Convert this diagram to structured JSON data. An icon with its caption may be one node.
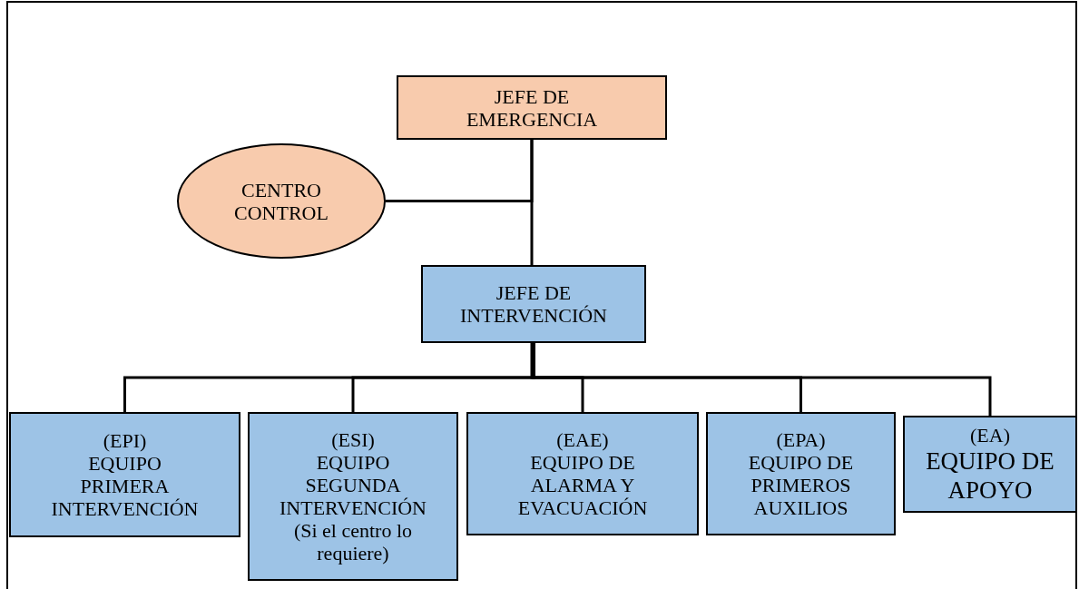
{
  "diagram": {
    "nodes": [
      {
        "text": [
          "JEFE DE EMERGENCIA"
        ]
      },
      {
        "text": [
          "CENTRO CONTROL"
        ]
      },
      {
        "text": [
          "JEFE DE INTERVENCIÓN"
        ]
      },
      {
        "text": [
          "(EPI)",
          "EQUIPO PRIMERA INTERVENCIÓN"
        ]
      },
      {
        "text": [
          "(ESI)",
          "EQUIPO SEGUNDA INTERVENCIÓN",
          "(Si el centro lo requiere)"
        ]
      },
      {
        "text": [
          "(EAE)",
          "EQUIPO DE ALARMA Y EVACUACIÓN"
        ]
      },
      {
        "text": [
          "(EPA)",
          "EQUIPO DE PRIMEROS AUXILIOS"
        ]
      },
      {
        "text": [
          "(EA)",
          "EQUIPO DE APOYO"
        ]
      }
    ],
    "edges": [
      {
        "from": 0,
        "to": 1,
        "arrow": "none"
      },
      {
        "from": 0,
        "to": 2,
        "arrow": "none"
      },
      {
        "from": 2,
        "to": 3,
        "arrow": "none"
      },
      {
        "from": 2,
        "to": 4,
        "arrow": "none"
      },
      {
        "from": 2,
        "to": 5,
        "arrow": "none"
      },
      {
        "from": 2,
        "to": 6,
        "arrow": "none"
      },
      {
        "from": 2,
        "to": 7,
        "arrow": "none"
      }
    ]
  }
}
